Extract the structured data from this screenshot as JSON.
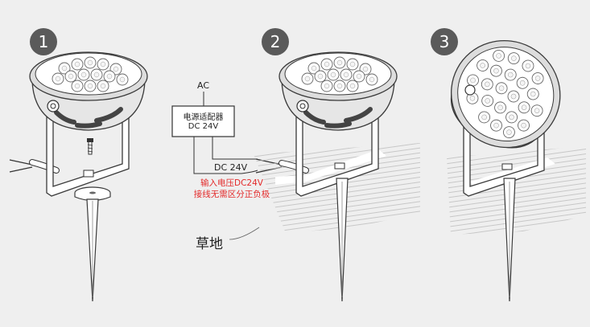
{
  "steps": [
    "1",
    "2",
    "3"
  ],
  "wiring": {
    "ac_label": "AC",
    "adapter_line1": "电源适配器",
    "adapter_line2": "DC 24V",
    "dc_label": "DC 24V",
    "note_line1": "输入电压DC24V",
    "note_line2": "接线无需区分正负极"
  },
  "grass_label": "草地",
  "colors": {
    "badge": "#5a5a5a",
    "note_red": "#e32a2a",
    "background": "#efefef",
    "stroke": "#3a3a3a"
  }
}
